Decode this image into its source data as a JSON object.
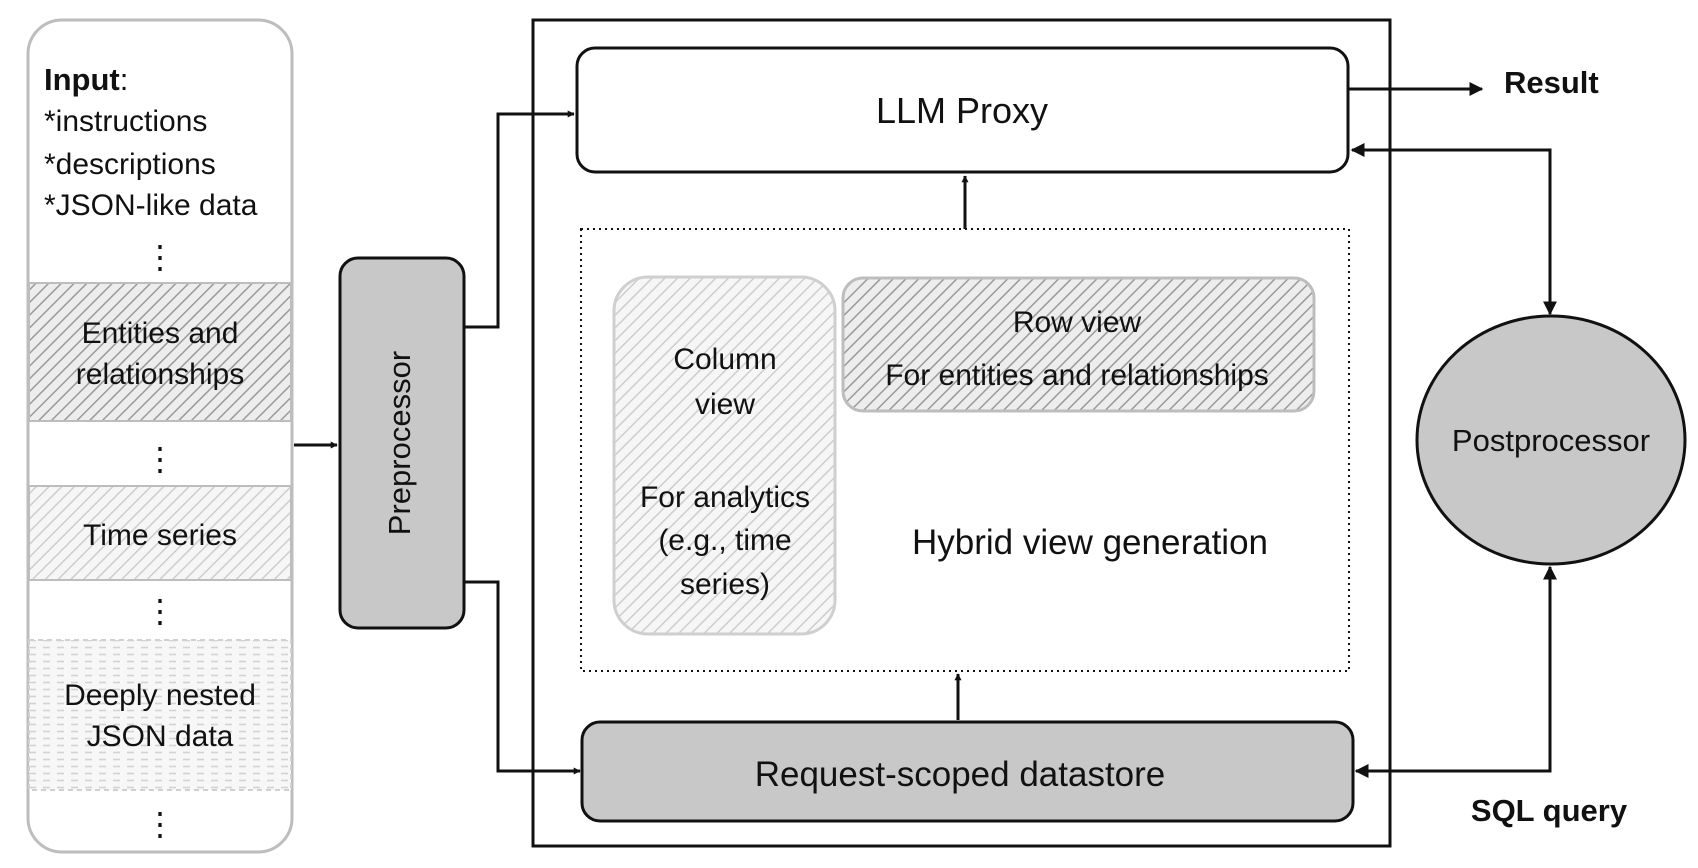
{
  "input_panel": {
    "title": "Input",
    "title_colon": ":",
    "items": [
      "*instructions",
      "*descriptions",
      "*JSON-like data"
    ],
    "ellipsis": "⋮",
    "entities_block": [
      "Entities and",
      "relationships"
    ],
    "time_series_block": "Time series",
    "nested_json_block": [
      "Deeply nested",
      "JSON data"
    ]
  },
  "preprocessor": {
    "label": "Preprocessor"
  },
  "llm_proxy": {
    "label": "LLM Proxy"
  },
  "result": {
    "label": "Result"
  },
  "hybrid_view": {
    "label": "Hybrid view generation",
    "column_view": {
      "title": [
        "Column",
        "view"
      ],
      "desc": [
        "For analytics",
        "(e.g., time",
        "series)"
      ]
    },
    "row_view": {
      "title": "Row view",
      "desc": "For entities and relationships"
    }
  },
  "datastore": {
    "label": "Request-scoped datastore"
  },
  "postprocessor": {
    "label": "Postprocessor"
  },
  "sql_query": {
    "label": "SQL query"
  },
  "colors": {
    "box_gray": "#c8c8c8",
    "hatch_dark": "#a8a8a8",
    "hatch_light": "#cfcfcf",
    "border": "#111111",
    "soft_border": "#bdbdbd"
  }
}
